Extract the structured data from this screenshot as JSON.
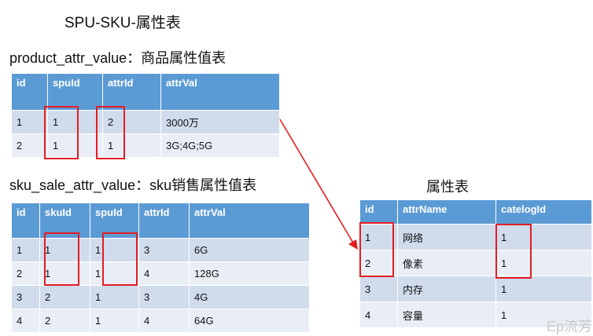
{
  "main_title": "SPU-SKU-属性表",
  "product_section": {
    "title": "product_attr_value：商品属性值表",
    "headers": [
      "id",
      "spuId",
      "attrId",
      "attrVal"
    ],
    "rows": [
      [
        "1",
        "1",
        "2",
        "3000万"
      ],
      [
        "2",
        "1",
        "1",
        "3G;4G;5G"
      ]
    ]
  },
  "sku_section": {
    "title": "sku_sale_attr_value：sku销售属性值表",
    "headers": [
      "id",
      "skuId",
      "spuId",
      "attrId",
      "attrVal"
    ],
    "rows": [
      [
        "1",
        "1",
        "1",
        "3",
        "6G"
      ],
      [
        "2",
        "1",
        "1",
        "4",
        "128G"
      ],
      [
        "3",
        "2",
        "1",
        "3",
        "4G"
      ],
      [
        "4",
        "2",
        "1",
        "4",
        "64G"
      ]
    ]
  },
  "attr_section": {
    "title": "属性表",
    "headers": [
      "id",
      "attrName",
      "catelogId"
    ],
    "rows": [
      [
        "1",
        "网络",
        "1"
      ],
      [
        "2",
        "像素",
        "1"
      ],
      [
        "3",
        "内存",
        "1"
      ],
      [
        "4",
        "容量",
        "1"
      ]
    ]
  },
  "watermark": "Ep流芳",
  "colors": {
    "header_bg": "#5b9bd5",
    "row_dark": "#d0dcec",
    "row_light": "#e9eef6",
    "highlight": "#e51c23"
  }
}
